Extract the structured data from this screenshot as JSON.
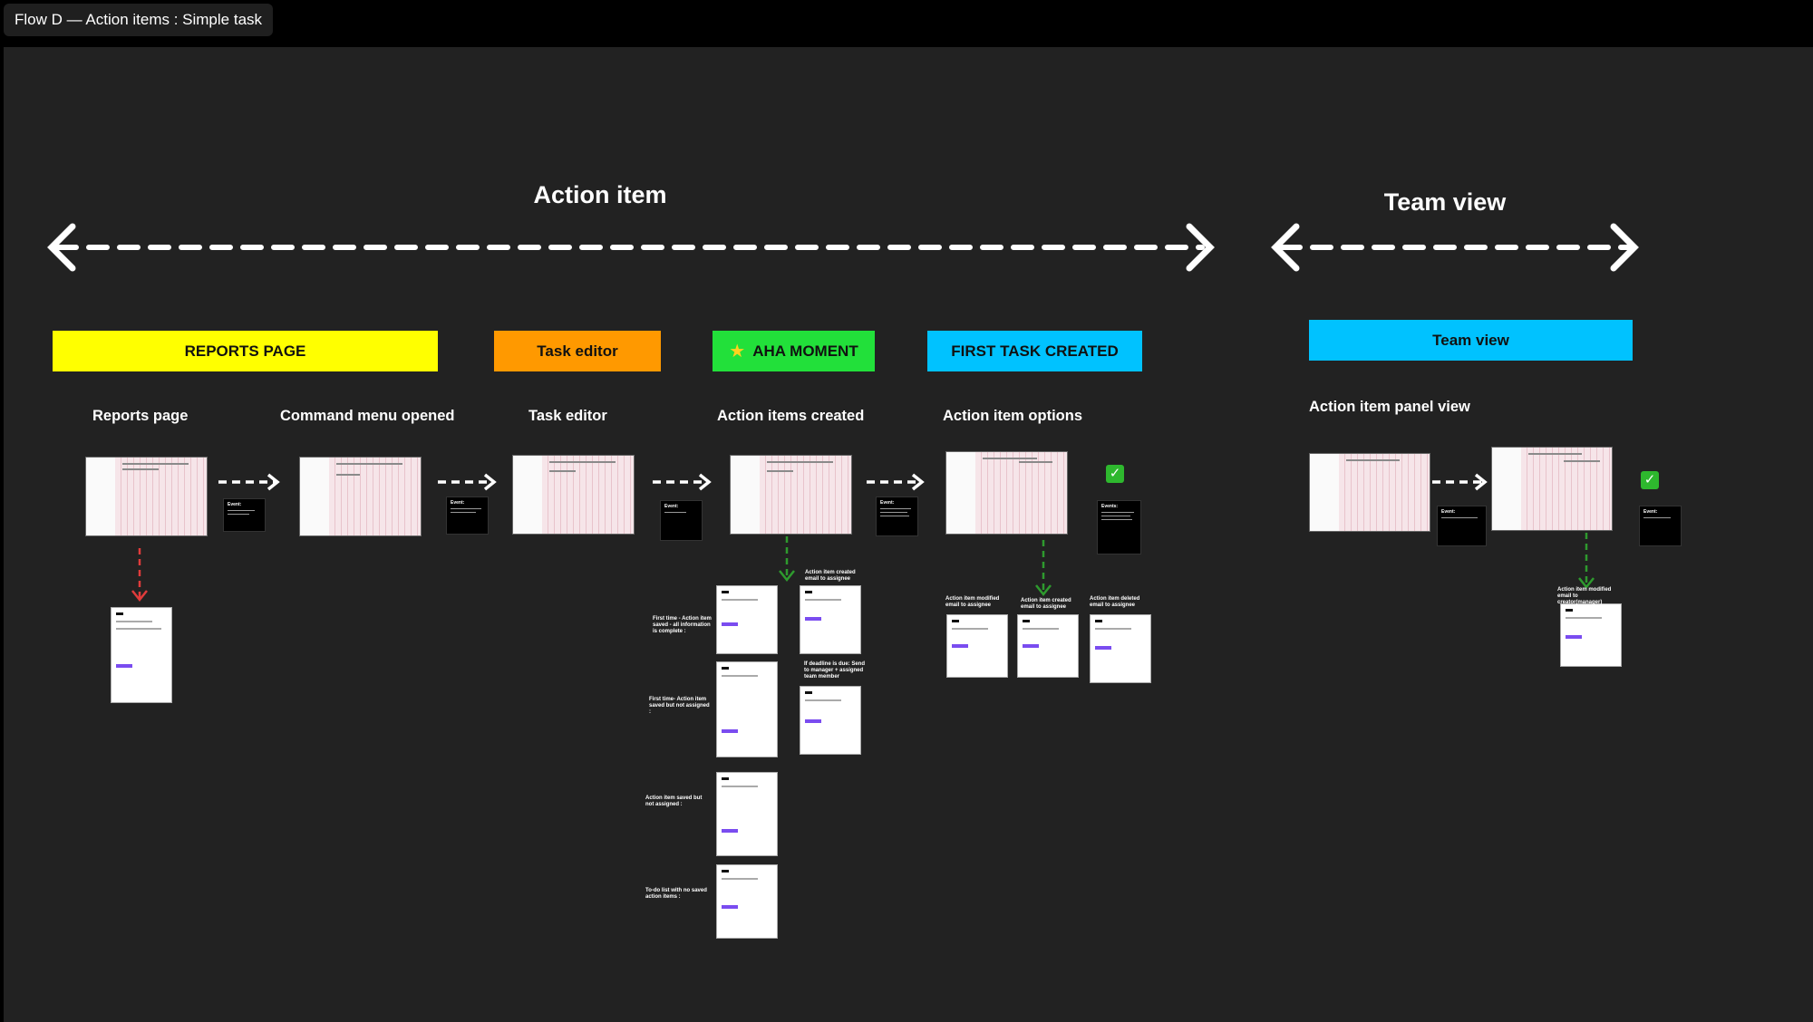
{
  "frame": {
    "title": "Flow D — Action items : Simple task"
  },
  "sections": {
    "action_item": {
      "title": "Action item"
    },
    "team_view": {
      "title": "Team view"
    }
  },
  "banners": {
    "reports_page": {
      "label": "REPORTS PAGE",
      "color": "#ffff00"
    },
    "task_editor": {
      "label": "Task editor",
      "color": "#ff9900"
    },
    "aha_moment": {
      "label": "AHA MOMENT",
      "icon": "star-icon",
      "color": "#22e03a"
    },
    "first_task_created": {
      "label": "FIRST TASK CREATED",
      "color": "#00c2ff"
    },
    "team_view": {
      "label": "Team view",
      "color": "#00c2ff"
    }
  },
  "steps": {
    "reports_page": "Reports page",
    "command_menu_opened": "Command menu opened",
    "task_editor": "Task editor",
    "action_items_created": "Action items created",
    "action_item_options": "Action item options",
    "action_item_panel_view": "Action item panel view"
  },
  "notes": {
    "action_created_email": "Action item created email to assignee",
    "deadline_due": "If deadline is due: Send to manager + assigned team member",
    "first_time_complete": "First time - Action item saved - all information is complete :",
    "first_time_not_assigned": "First time- Action item saved but not assigned :",
    "saved_not_assigned": "Action item saved but not assigned :",
    "todo_no_saved": "To-do list with no saved action items :",
    "modified_email": "Action item modified email to assignee",
    "created_email": "Action item created email to assignee",
    "deleted_email": "Action item deleted email to assignee",
    "modified_email_creator": "Action item modified email to creator(manager)"
  },
  "events": {
    "label": "Event:",
    "label_plural": "Events:"
  },
  "colors": {
    "canvas": "#222222",
    "arrow": "#ffffff",
    "red_connector": "#e03b3b",
    "green_connector": "#2e9a2e"
  }
}
